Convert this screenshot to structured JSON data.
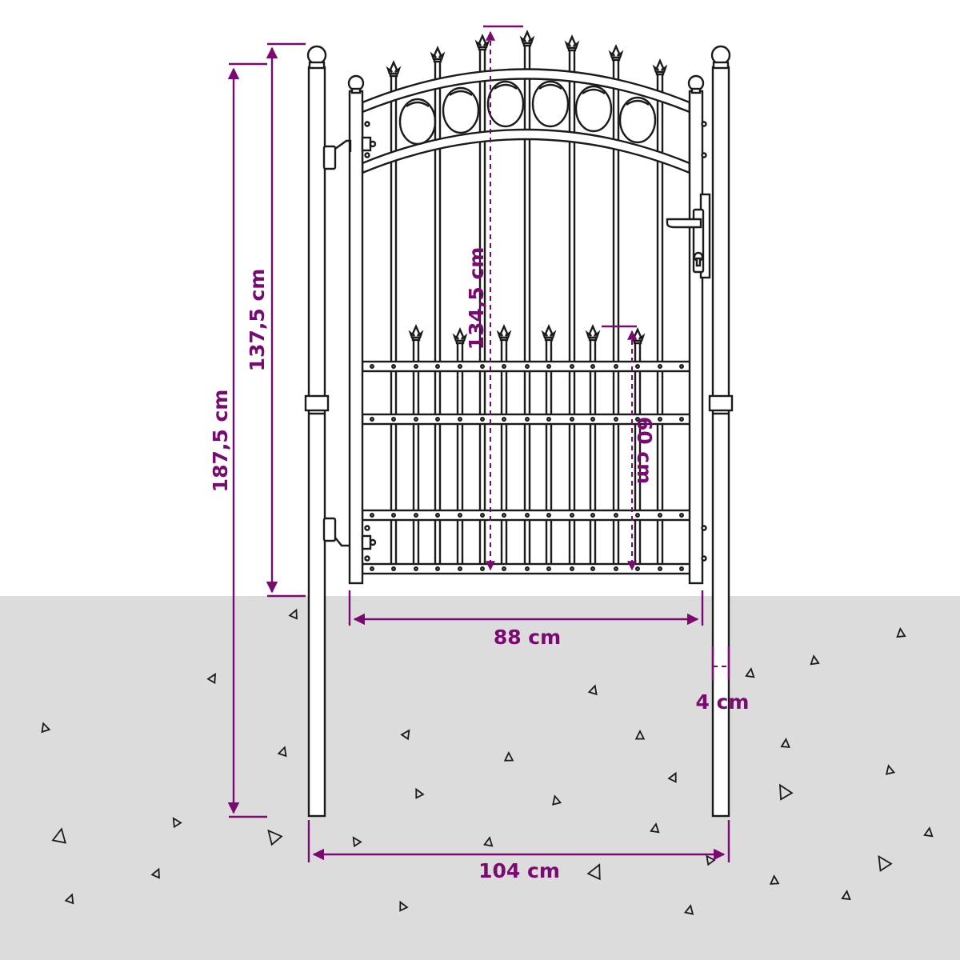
{
  "colors": {
    "dimension": "#7a0a72",
    "ground": "#dcdcdd",
    "metal": "#1b1b1b",
    "background": "#ffffff"
  },
  "dimensions": {
    "total_height": "187,5 cm",
    "gate_height": "137,5 cm",
    "center_height": "134,5 cm",
    "lower_panel_height": "60 cm",
    "gate_width": "88 cm",
    "total_width": "104 cm",
    "post_width": "4 cm"
  }
}
